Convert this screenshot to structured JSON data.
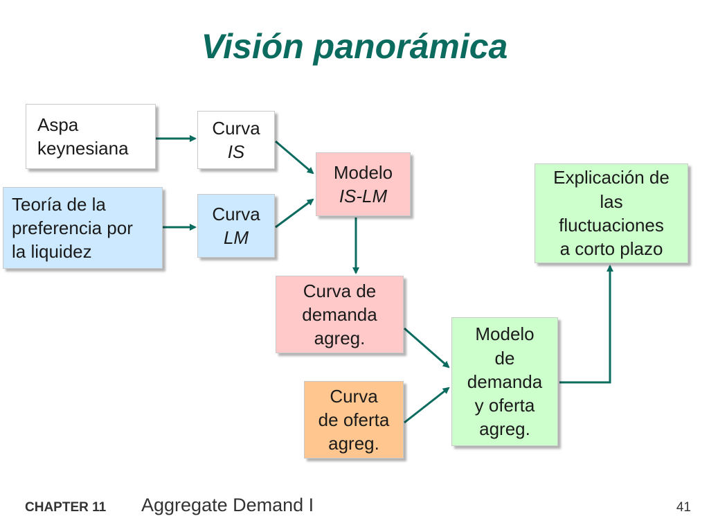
{
  "title": "Visión panorámica",
  "boxes": {
    "aspa": {
      "line1": "Aspa",
      "line2": "keynesiana"
    },
    "teoria": {
      "line1": "Teoría de la",
      "line2": "preferencia por",
      "line3": "la liquidez"
    },
    "curva_is": {
      "line1": "Curva",
      "line2": "IS"
    },
    "curva_lm": {
      "line1": "Curva",
      "line2": "LM"
    },
    "modelo_islm": {
      "line1": "Modelo",
      "line2": "IS-LM"
    },
    "demanda": {
      "line1": "Curva de",
      "line2": "demanda",
      "line3": "agreg."
    },
    "oferta": {
      "line1": "Curva",
      "line2": "de oferta",
      "line3": "agreg."
    },
    "modelo_dao": {
      "line1": "Modelo",
      "line2": "de",
      "line3": "demanda",
      "line4": "y oferta",
      "line5": "agreg."
    },
    "explicacion": {
      "line1": "Explicación de",
      "line2": "las",
      "line3": "fluctuaciones",
      "line4": "a corto plazo"
    }
  },
  "colors": {
    "title": "#0b6b5f",
    "arrow": "#0b6b5f",
    "white_box": "#ffffff",
    "blue_box": "#cce9ff",
    "pink_box": "#ffc9c9",
    "green_box": "#ccffcc",
    "orange_box": "#ffc78f"
  },
  "footer": {
    "chapter": "CHAPTER 11",
    "title": "Aggregate Demand I",
    "page": "41"
  }
}
